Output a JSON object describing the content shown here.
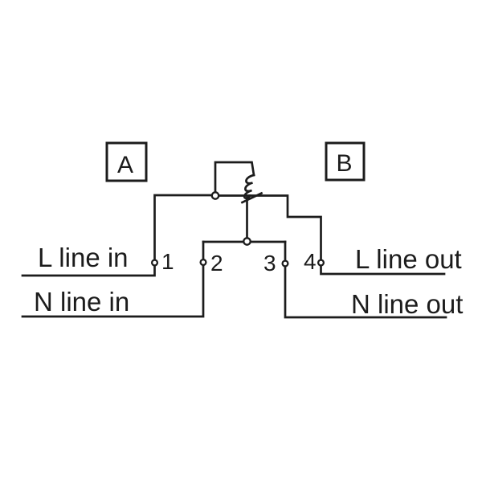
{
  "colors": {
    "ink": "#1c1c1c",
    "background": "#ffffff"
  },
  "diagram": {
    "type": "single-phase energy meter wiring diagram",
    "boxes": {
      "a": "A",
      "b": "B"
    },
    "terminals": {
      "t1": "1",
      "t2": "2",
      "t3": "3",
      "t4": "4"
    },
    "labels": {
      "l_in": "L line in",
      "n_in": "N line in",
      "l_out": "L line out",
      "n_out": "N line out"
    }
  }
}
